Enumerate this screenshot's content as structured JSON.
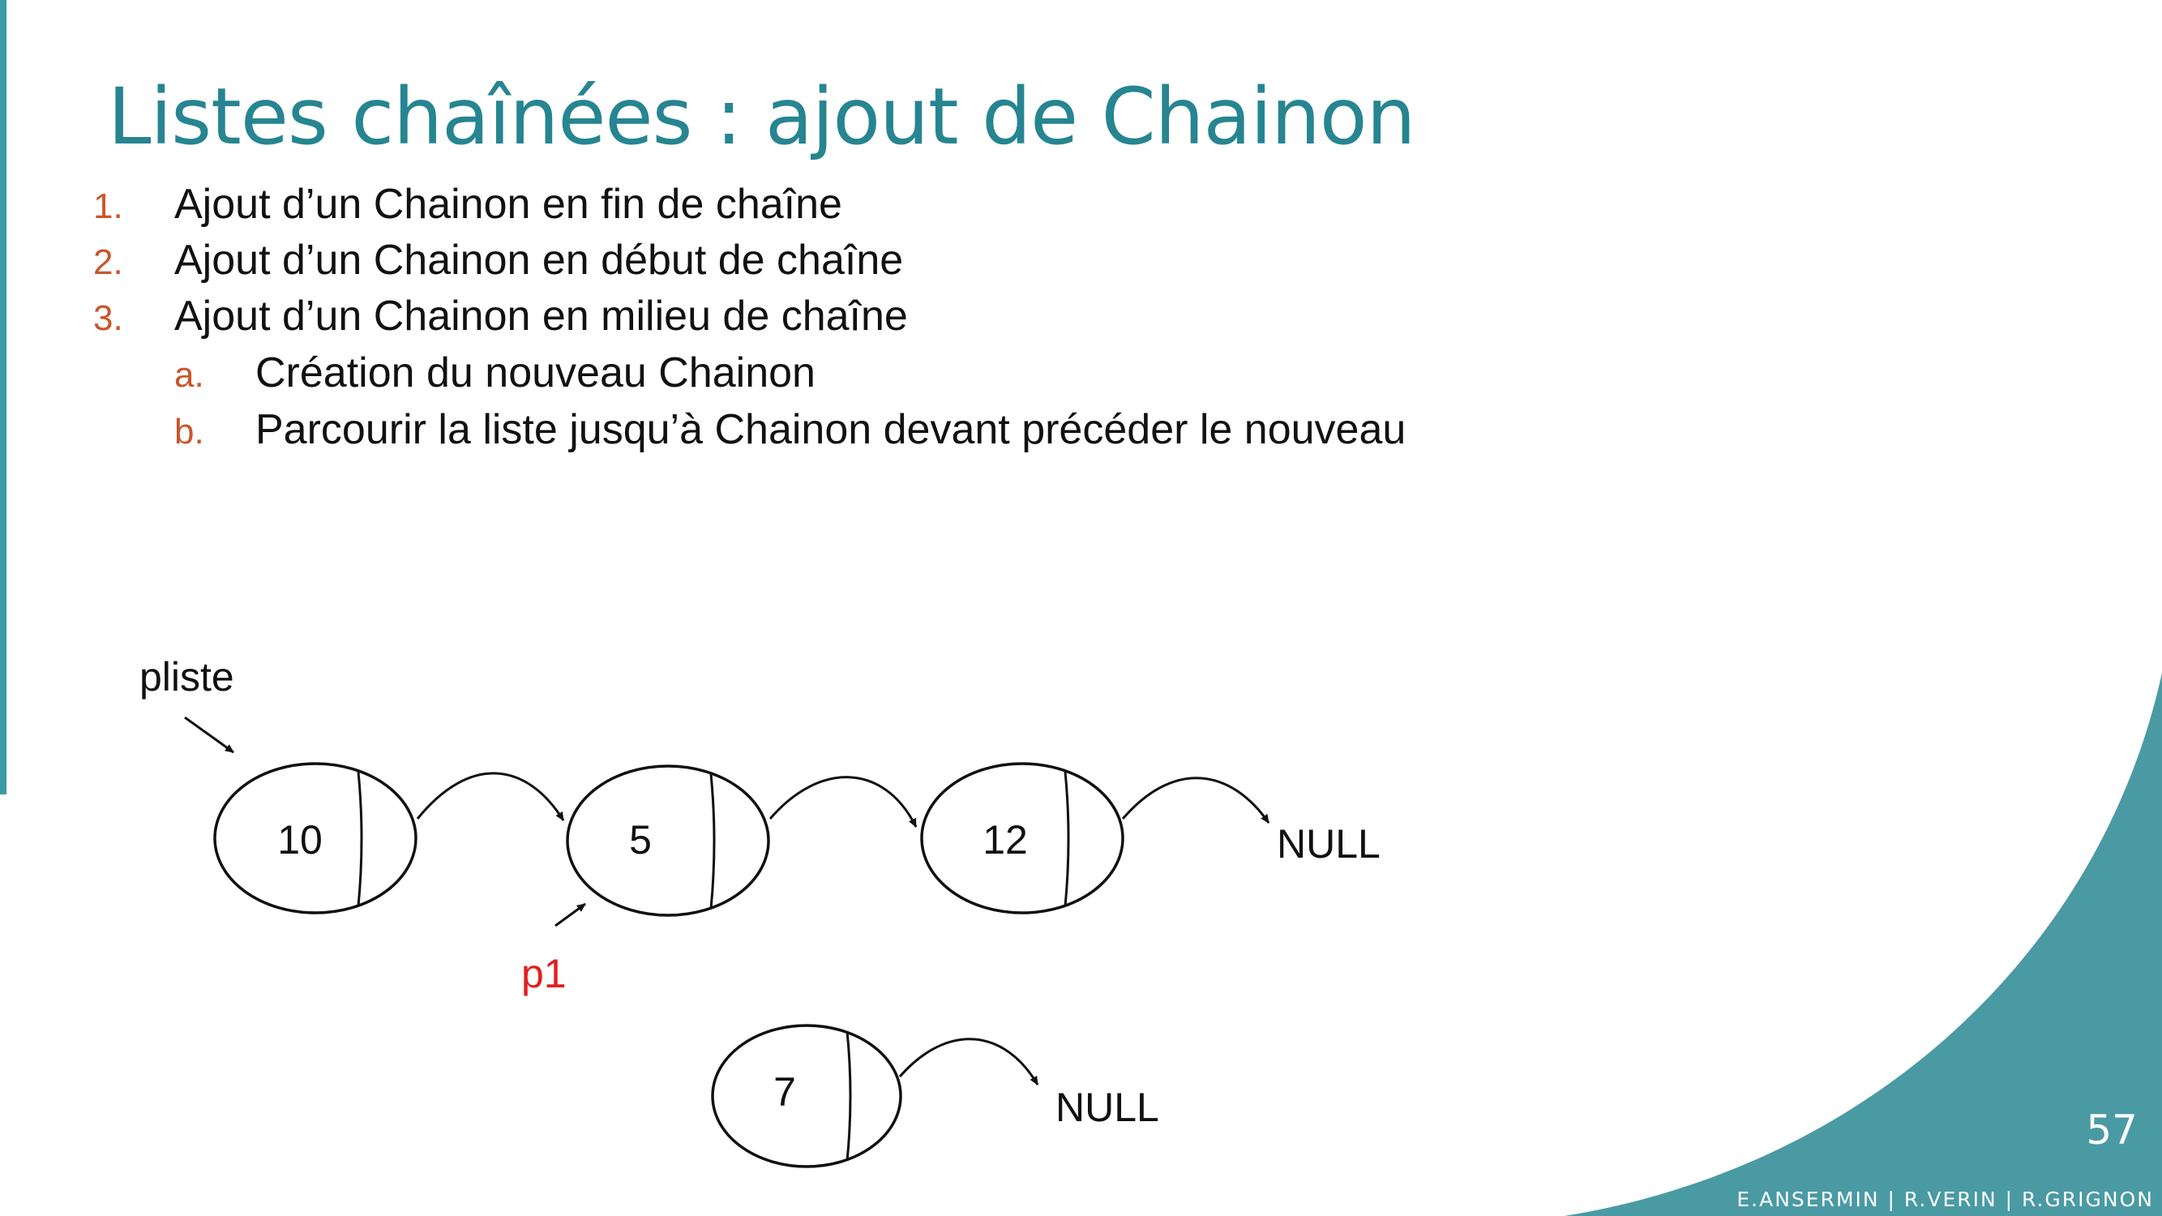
{
  "slide": {
    "title": "Listes chaînées : ajout de Chainon",
    "items": [
      {
        "num": "1.",
        "text": "Ajout d’un Chainon en fin de chaîne"
      },
      {
        "num": "2.",
        "text": "Ajout d’un Chainon en début de chaîne"
      },
      {
        "num": "3.",
        "text": "Ajout d’un Chainon en milieu de chaîne"
      }
    ],
    "subitems": [
      {
        "num": "a.",
        "text": "Création du nouveau Chainon"
      },
      {
        "num": "b.",
        "text": "Parcourir la liste jusqu’à Chainon devant précéder le nouveau"
      }
    ],
    "page_number": "57",
    "footer": "E.ANSERMIN | R.VERIN | R.GRIGNON"
  },
  "diagram": {
    "head_label": "pliste",
    "nodes": [
      "10",
      "5",
      "12"
    ],
    "end_label": "NULL",
    "pointer_label": "p1",
    "new_node": "7",
    "new_end_label": "NULL"
  },
  "colors": {
    "accent": "#3a9aa6",
    "title": "#268591",
    "numbering": "#c9562b",
    "pointer": "#e01f1f"
  }
}
